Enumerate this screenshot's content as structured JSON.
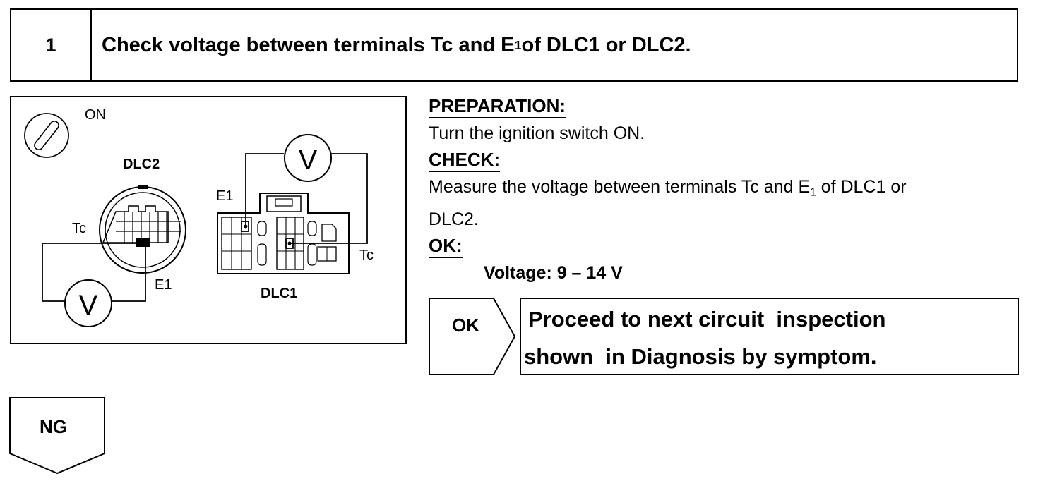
{
  "step": {
    "number": "1",
    "title_pre": "Check voltage between terminals Tc and E",
    "title_sub": "1",
    "title_post": " of DLC1 or DLC2."
  },
  "diagram": {
    "switch_label": "ON",
    "dlc2_label": "DLC2",
    "dlc1_label": "DLC1",
    "meter_symbol": "V",
    "tc_label": "Tc",
    "e1_label": "E1"
  },
  "preparation": {
    "heading": "PREPARATION:",
    "text": "Turn the ignition switch ON."
  },
  "check": {
    "heading": "CHECK:",
    "line1_pre": "Measure the voltage between terminals Tc and E",
    "line1_sub": "1",
    "line1_post": " of DLC1 or",
    "line2": "DLC2."
  },
  "ok": {
    "heading": "OK:",
    "spec": "Voltage: 9 – 14 V",
    "tab_label": "OK",
    "result_line1": "Proceed to next circuit  inspection",
    "result_line2": "shown  in Diagnosis by symptom."
  },
  "ng": {
    "tab_label": "NG"
  }
}
